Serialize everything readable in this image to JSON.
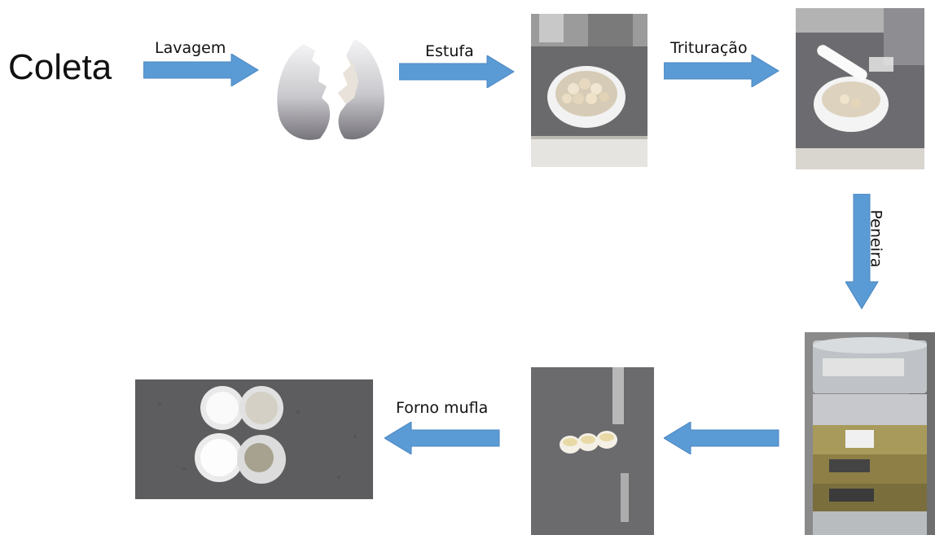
{
  "title": "Coleta",
  "steps": {
    "lavagem": "Lavagem",
    "estufa": "Estufa",
    "trituracao": "Trituração",
    "peneira": "Peneira",
    "forno": "Forno mufla"
  },
  "colors": {
    "arrow": "#5b9bd5",
    "arrow_edge": "#4a86c2",
    "granite": "#5d5d60"
  },
  "icons": {
    "eggshell": "eggshell-icon",
    "crucible": "crucible-icon",
    "mortar": "mortar-pestle-icon",
    "sieve": "sieve-stack-icon"
  }
}
